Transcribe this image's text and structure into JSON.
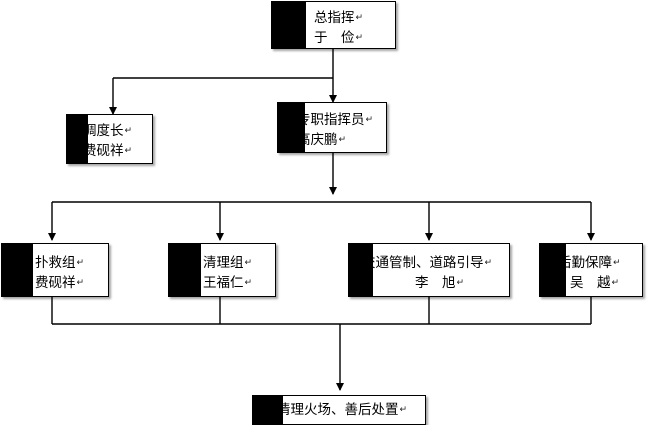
{
  "nodes": {
    "commander": {
      "line1": "总指挥",
      "line2": "于　俭"
    },
    "dispatch": {
      "line1": "调度长",
      "line2": "费砚祥"
    },
    "fulltime": {
      "line1": "专职指挥员",
      "line2": "高庆鹏"
    },
    "rescue": {
      "line1": "扑救组",
      "line2": "费砚祥"
    },
    "cleanup": {
      "line1": "清理组",
      "line2": "王福仁"
    },
    "traffic": {
      "line1": "交通管制、道路引导",
      "line2": "李　旭"
    },
    "logistics": {
      "line1": "后勤保障",
      "line2": "吴　越"
    },
    "final": {
      "line1": "清理火场、善后处置"
    }
  },
  "mark_glyph": "↵",
  "colors": {
    "line": "#000000",
    "box_bg": "#ffffff",
    "accent": "#000000"
  }
}
